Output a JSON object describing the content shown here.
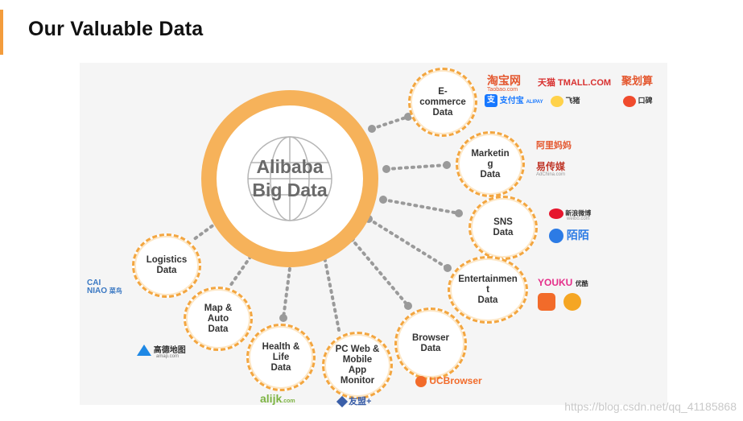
{
  "slide": {
    "title": "Our Valuable Data",
    "watermark": "https://blog.csdn.net/qq_41185868"
  },
  "hub": {
    "line1": "Alibaba",
    "line2": "Big Data"
  },
  "nodes": {
    "ecommerce": "E-\ncommerce\nData",
    "marketing": "Marketin\ng\nData",
    "sns": "SNS\nData",
    "entertainment": "Entertainmen\nt\nData",
    "browser": "Browser\nData",
    "pcweb": "PC Web &\nMobile\nApp\nMonitor",
    "health": "Health &\nLife\nData",
    "map": "Map &\nAuto\nData",
    "logistics": "Logistics\nData"
  },
  "logos": {
    "taobao": "淘宝网",
    "taobao_sub": "Taobao.com",
    "tmall": "天猫 TMALL.COM",
    "juhuasuan": "聚划算",
    "alipay": "支付宝",
    "alipay_sub": "ALIPAY",
    "feizhu": "飞猪",
    "koubei": "口碑",
    "alimama": "阿里妈妈",
    "adchina": "易传媒",
    "adchina_sub": "AdChina.com",
    "weibo": "新浪微博",
    "weibo_sub": "weibo.com",
    "momo": "陌陌",
    "youku": "YOUKU",
    "youku_cn": "优酷",
    "ucbrowser": "UCBrowser",
    "youmeng": "友盟+",
    "alijk": "alijk",
    "alijk_sub": ".com",
    "amap": "高德地图",
    "amap_sub": "amap.com",
    "cainiao1": "CAI",
    "cainiao2": "NIAO",
    "cainiao_cn": "菜鸟"
  },
  "colors": {
    "accent": "#f39c3c",
    "ring": "#f6b25a",
    "dashed": "#f3a640",
    "connector": "#9a9a9a"
  },
  "icons": {
    "hub": "globe-icon"
  }
}
